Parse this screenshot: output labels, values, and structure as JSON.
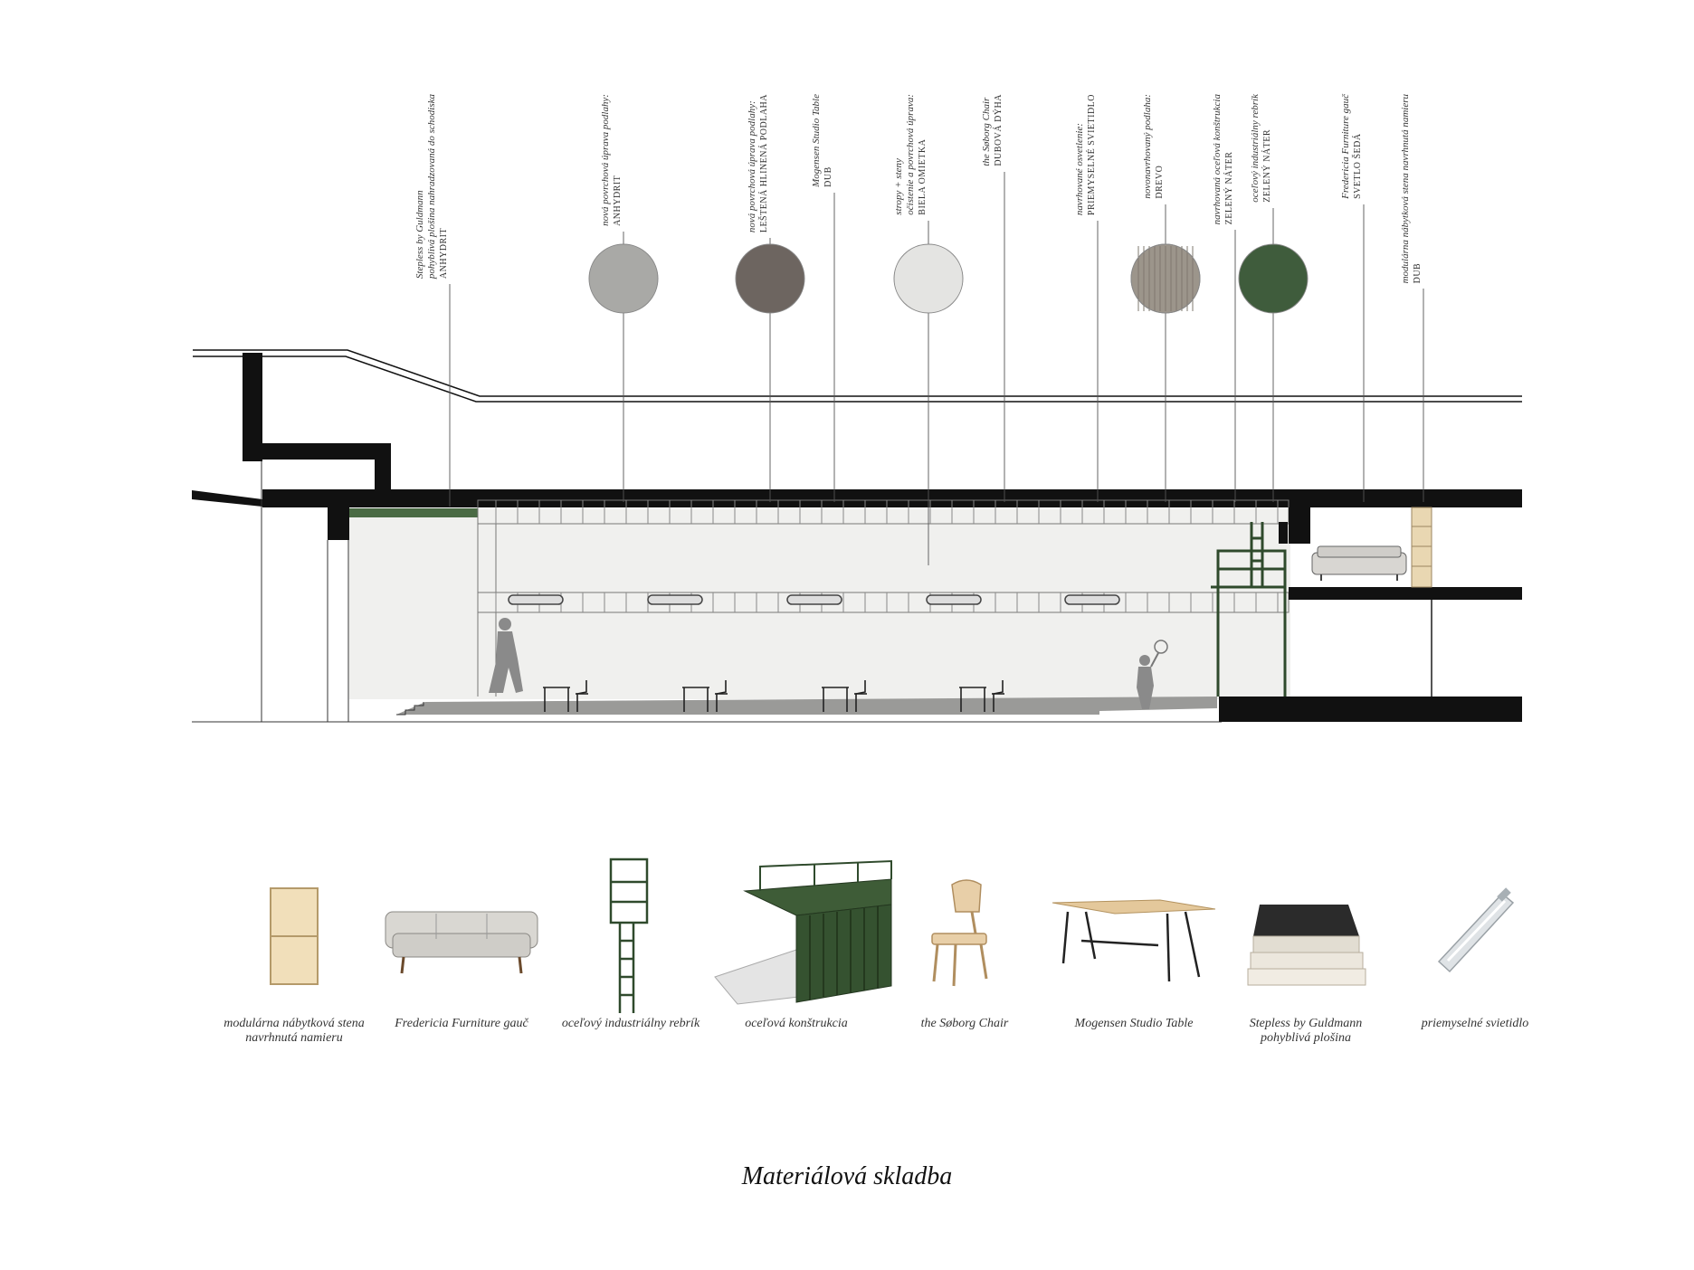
{
  "title": "Materiálová skladba",
  "callouts": [
    {
      "id": "stepless",
      "lines": [
        "Stepless by Guldmann",
        "pohyblivá plošina nahradzovaná do schodiska",
        "ANHYDRIT"
      ]
    },
    {
      "id": "anhydrit",
      "lines": [
        "nová povrchová úprava podlahy:",
        "ANHYDRIT"
      ]
    },
    {
      "id": "hlinena",
      "lines": [
        "nová povrchová úprava podlahy:",
        "LEŠTENÁ HLINENÁ PODLAHA"
      ]
    },
    {
      "id": "mogensen",
      "lines": [
        "Mogensen Studio Table",
        "DUB"
      ]
    },
    {
      "id": "omietka",
      "lines": [
        "stropy + steny",
        "očistenie a povrchová úprava:",
        "BIELA OMIETKA"
      ]
    },
    {
      "id": "soborg",
      "lines": [
        "the Søborg Chair",
        "DUBOVÁ DÝHA"
      ]
    },
    {
      "id": "svietidlo",
      "lines": [
        "navrhované osvetlenie:",
        "PRIEMYSELNÉ SVIETIDLO"
      ]
    },
    {
      "id": "drevo",
      "lines": [
        "novonavrhovaný podlaha:",
        "DREVO"
      ]
    },
    {
      "id": "ocel",
      "lines": [
        "navrhovaná oceľová konštrukcia",
        "ZELENÝ NÁTER"
      ]
    },
    {
      "id": "rebrik",
      "lines": [
        "oceľový industriálny rebrík",
        "ZELENÝ NÁTER"
      ]
    },
    {
      "id": "fredericia",
      "lines": [
        "Fredericia Furniture gauč",
        "SVETLO ŠEDÁ"
      ]
    },
    {
      "id": "modularna",
      "lines": [
        "modulárna nábytková stena navrhnutá namieru",
        "DUB"
      ]
    }
  ],
  "swatches": [
    {
      "name": "anhydrit",
      "color": "#a9a9a6"
    },
    {
      "name": "hlinena-podlaha",
      "color": "#6d6560"
    },
    {
      "name": "biela-omietka",
      "color": "#e4e4e2"
    },
    {
      "name": "drevo",
      "color": "#9c958b"
    },
    {
      "name": "zeleny-nater",
      "color": "#3f5c3c"
    }
  ],
  "products": [
    {
      "id": "modularna",
      "lines": [
        "modulárna nábytková stena",
        "navrhnutá namieru"
      ]
    },
    {
      "id": "fredericia",
      "lines": [
        "Fredericia Furniture gauč"
      ]
    },
    {
      "id": "rebrik",
      "lines": [
        "oceľový industriálny rebrík"
      ]
    },
    {
      "id": "konstrukcia",
      "lines": [
        "oceľová konštrukcia"
      ]
    },
    {
      "id": "soborg",
      "lines": [
        "the Søborg Chair"
      ]
    },
    {
      "id": "mogensen",
      "lines": [
        "Mogensen Studio Table"
      ]
    },
    {
      "id": "stepless",
      "lines": [
        "Stepless by Guldmann",
        "pohyblivá plošina"
      ]
    },
    {
      "id": "svietidlo",
      "lines": [
        "priemyselné svietidlo"
      ]
    }
  ],
  "colors": {
    "green": "#2f4a2c",
    "black": "#111111",
    "floor": "#9a9a98"
  }
}
